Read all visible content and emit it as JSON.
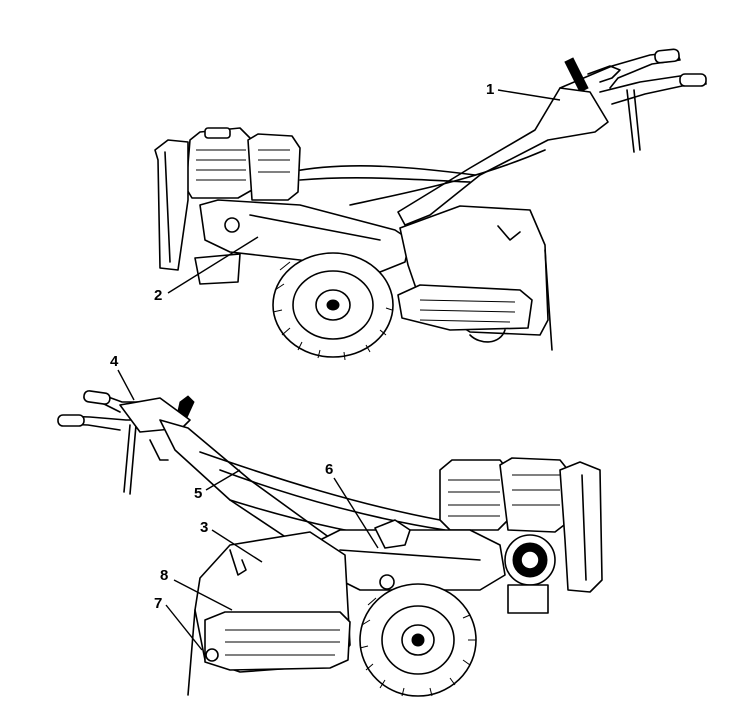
{
  "callouts": [
    {
      "id": 1,
      "label": "1"
    },
    {
      "id": 2,
      "label": "2"
    },
    {
      "id": 3,
      "label": "3"
    },
    {
      "id": 4,
      "label": "4"
    },
    {
      "id": 5,
      "label": "5"
    },
    {
      "id": 6,
      "label": "6"
    },
    {
      "id": 7,
      "label": "7"
    },
    {
      "id": 8,
      "label": "8"
    }
  ],
  "colors": {
    "line": "#000000",
    "background": "#ffffff"
  }
}
